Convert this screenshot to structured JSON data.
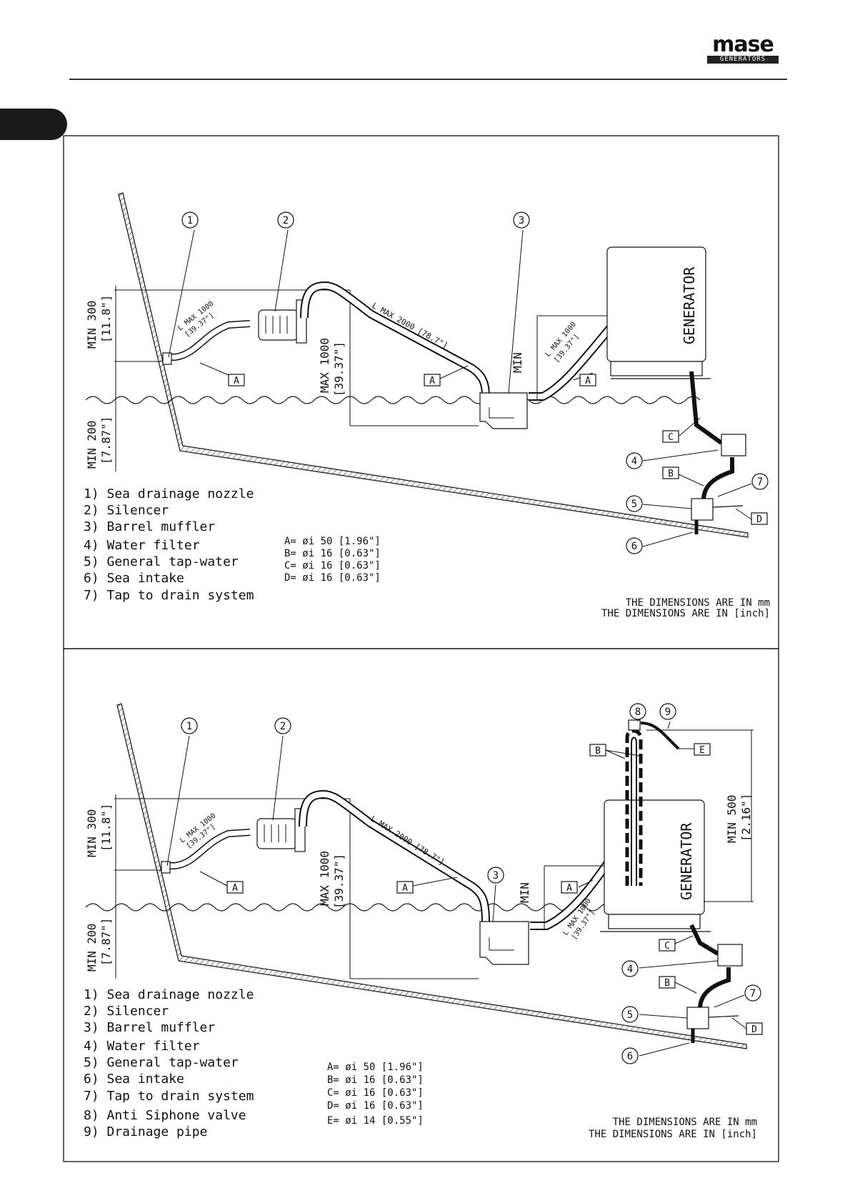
{
  "header": {
    "logo_word": "mase",
    "logo_sub": "GENERATORS"
  },
  "common": {
    "generator": "GENERATOR",
    "min": "MIN",
    "min300": "MIN 300",
    "min300_in": "[11.8\"]",
    "min200": "MIN 200",
    "min200_in": "[7.87\"]",
    "max1000": "MAX 1000",
    "max1000_in": "[39.37\"]",
    "lmax1000": "L MAX 1000",
    "lmax1000_in": "[39.37\"]",
    "lmax2000": "L MAX 2000 [78.7\"]",
    "min500": "MIN 500",
    "min500_in": "[2.16\"]",
    "dims_mm": "THE DIMENSIONS ARE IN mm",
    "dims_inch": "THE DIMENSIONS ARE IN [inch]",
    "label_a": "A",
    "label_b": "B",
    "label_c": "C",
    "label_d": "D",
    "label_e": "E",
    "n1": "1",
    "n2": "2",
    "n3": "3",
    "n4": "4",
    "n5": "5",
    "n6": "6",
    "n7": "7",
    "n8": "8",
    "n9": "9"
  },
  "legend_top": [
    "1) Sea drainage nozzle",
    "2) Silencer",
    "3) Barrel muffler",
    "4) Water filter",
    "5) General tap-water",
    "6) Sea intake",
    "7) Tap to drain system"
  ],
  "specs_top": [
    "A= øi 50 [1.96\"]",
    "B= øi 16 [0.63\"]",
    "C= øi 16 [0.63\"]",
    "D= øi 16 [0.63\"]"
  ],
  "legend_bottom": [
    "1) Sea drainage nozzle",
    "2) Silencer",
    "3) Barrel muffler",
    "4) Water filter",
    "5) General tap-water",
    "6) Sea intake",
    "7) Tap to drain system",
    "8) Anti Siphone valve",
    "9) Drainage pipe"
  ],
  "specs_bottom": [
    "A= øi 50 [1.96\"]",
    "B= øi 16 [0.63\"]",
    "C= øi 16 [0.63\"]",
    "D= øi 16 [0.63\"]",
    "E= øi 14 [0.55\"]"
  ]
}
